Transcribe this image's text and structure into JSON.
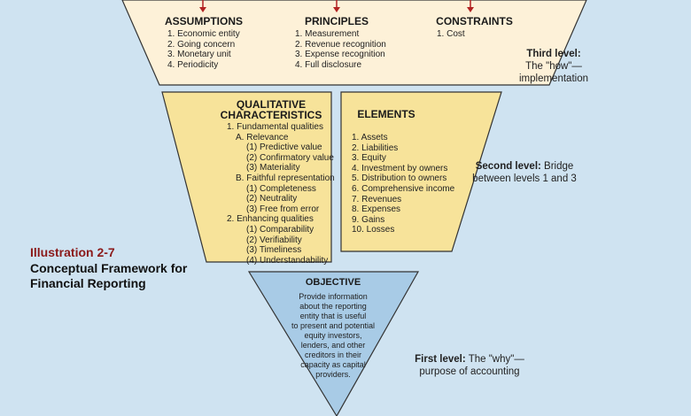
{
  "top": {
    "assumptions": {
      "title": "ASSUMPTIONS",
      "items": [
        "1. Economic entity",
        "2. Going concern",
        "3. Monetary unit",
        "4. Periodicity"
      ]
    },
    "principles": {
      "title": "PRINCIPLES",
      "items": [
        "1. Measurement",
        "2. Revenue recognition",
        "3. Expense recognition",
        "4. Full disclosure"
      ]
    },
    "constraints": {
      "title": "CONSTRAINTS",
      "items": [
        "1. Cost"
      ]
    }
  },
  "qualitative": {
    "title_line1": "QUALITATIVE",
    "title_line2": "CHARACTERISTICS",
    "items": [
      "1. Fundamental qualities",
      "A. Relevance",
      "(1) Predictive value",
      "(2) Confirmatory value",
      "(3) Materiality",
      "B. Faithful representation",
      "(1) Completeness",
      "(2) Neutrality",
      "(3) Free from error",
      "2. Enhancing qualities",
      "(1) Comparability",
      "(2) Verifiability",
      "(3) Timeliness",
      "(4) Understandability"
    ]
  },
  "elements": {
    "title": "ELEMENTS",
    "items": [
      "1. Assets",
      "2. Liabilities",
      "3. Equity",
      "4. Investment by owners",
      "5. Distribution to owners",
      "6. Comprehensive income",
      "7. Revenues",
      "8. Expenses",
      "9. Gains",
      "10. Losses"
    ]
  },
  "objective": {
    "title": "OBJECTIVE",
    "lines": [
      "Provide information",
      "about the reporting",
      "entity that is useful",
      "to present and potential",
      "equity investors,",
      "lenders, and other",
      "creditors in their",
      "capacity as capital",
      "providers."
    ]
  },
  "levels": {
    "third": {
      "label": "Third level:",
      "line1": "The \"how\"—",
      "line2": "implementation"
    },
    "second": {
      "label": "Second level:",
      "line1": "Bridge",
      "line2": "between levels 1 and 3"
    },
    "first": {
      "label": "First level:",
      "line1": "The \"why\"—",
      "line2": "purpose of accounting"
    }
  },
  "illustration": {
    "number": "Illustration 2-7",
    "title_line1": "Conceptual Framework for",
    "title_line2": "Financial Reporting"
  },
  "colors": {
    "top_fill": "#fdf1d8",
    "middle_fill": "#f7e39a",
    "objective_fill": "#a8cbe6",
    "background": "#cfe3f1",
    "arrow": "#b22222",
    "illustration_number": "#8b1a1a"
  }
}
